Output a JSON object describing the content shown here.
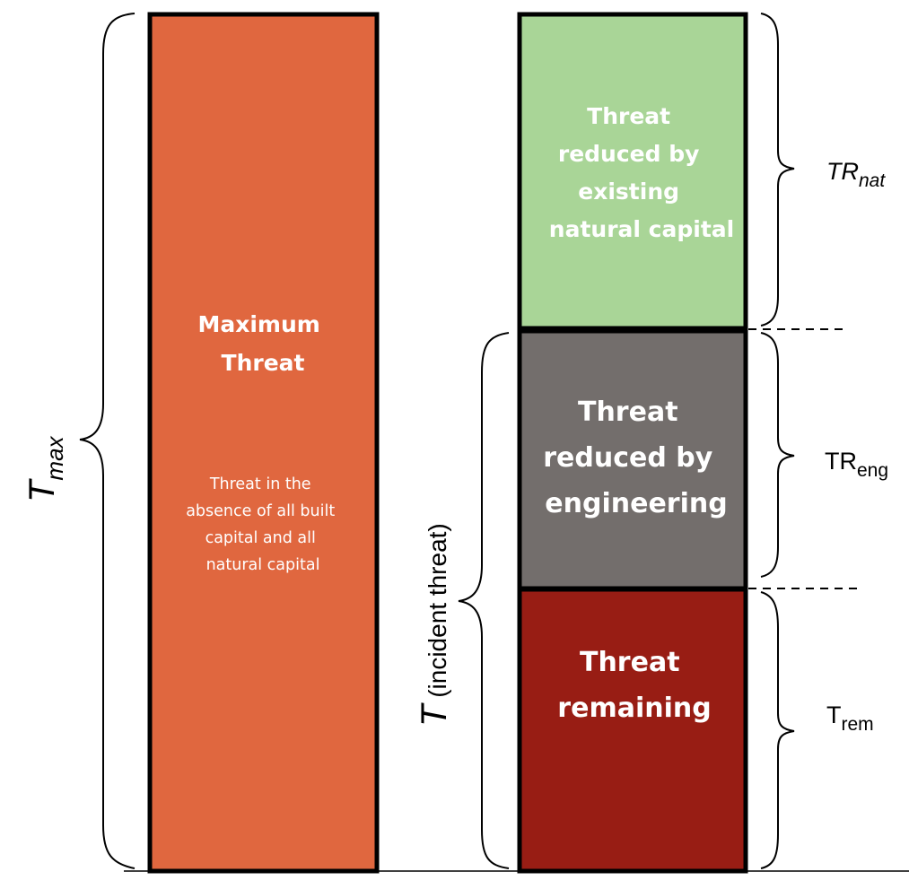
{
  "colors": {
    "maximum_threat": "#E0673F",
    "natural_capital": "#A9D597",
    "engineering": "#736E6C",
    "remaining": "#981D14",
    "outline": "#000000",
    "text_on_box": "#FFFFFF"
  },
  "left_box": {
    "title": [
      "Maximum",
      "Threat"
    ],
    "description": [
      "Threat in the",
      "absence of all built",
      "capital and all",
      "natural capital"
    ]
  },
  "right_stack": {
    "natural": [
      "Threat",
      "reduced by",
      "existing",
      "natural capital"
    ],
    "engineering": [
      "Threat",
      "reduced by",
      "engineering"
    ],
    "remaining": [
      "Threat",
      "remaining"
    ]
  },
  "labels": {
    "tmax": {
      "main": "T",
      "sub": "max"
    },
    "incident": {
      "main": "T",
      "rest": " (incident threat)"
    },
    "tr_nat": {
      "main": "TR",
      "sub": "nat"
    },
    "tr_eng": {
      "main": "TR",
      "sub": "eng"
    },
    "t_rem": {
      "main": "T",
      "sub": "rem"
    }
  }
}
